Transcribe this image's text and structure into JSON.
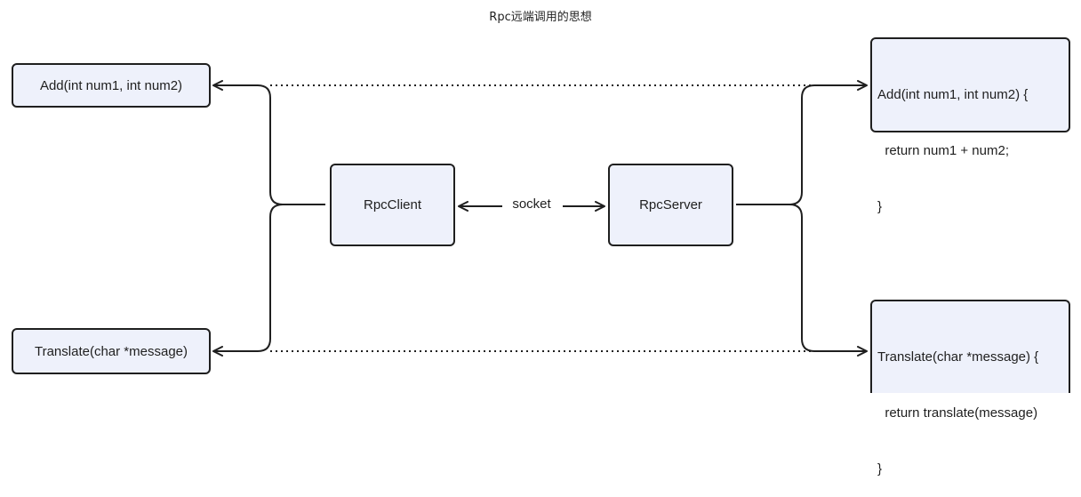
{
  "title": "Rpc远端调用的思想",
  "client_functions": {
    "add": "Add(int num1, int num2)",
    "translate": "Translate(char *message)"
  },
  "rpc_client": {
    "label": "RpcClient"
  },
  "rpc_server": {
    "label": "RpcServer"
  },
  "link": {
    "label": "socket"
  },
  "server_functions": {
    "add": [
      "Add(int num1, int num2) {",
      "  return num1 + num2;",
      "}"
    ],
    "translate": [
      "Translate(char *message) {",
      "  return translate(message)",
      "}"
    ]
  }
}
